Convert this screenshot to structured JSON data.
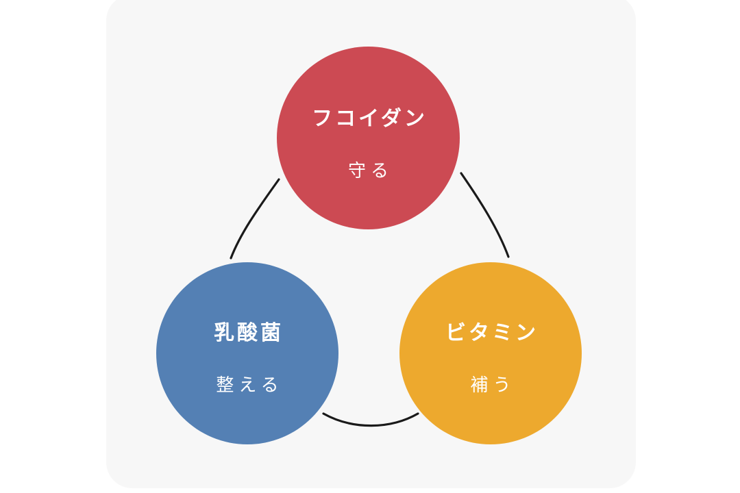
{
  "diagram": {
    "type": "triad-circle-diagram",
    "background_color": "#ffffff",
    "card_color": "#f7f7f7",
    "connector_color": "#1a1a1a",
    "nodes": [
      {
        "id": "fucoidan",
        "title": "フコイダン",
        "subtitle": "守る",
        "color": "#cc4a53",
        "text_color": "#ffffff",
        "position": "top"
      },
      {
        "id": "lactic-acid-bacteria",
        "title": "乳酸菌",
        "subtitle": "整える",
        "color": "#5480b4",
        "text_color": "#ffffff",
        "position": "bottom-left"
      },
      {
        "id": "vitamin",
        "title": "ビタミン",
        "subtitle": "補う",
        "color": "#eda92e",
        "text_color": "#ffffff",
        "position": "bottom-right"
      }
    ],
    "connectors": [
      {
        "id": "fucoidan-to-lactic",
        "from": "fucoidan",
        "to": "lactic-acid-bacteria"
      },
      {
        "id": "fucoidan-to-vitamin",
        "from": "fucoidan",
        "to": "vitamin"
      },
      {
        "id": "lactic-to-vitamin",
        "from": "lactic-acid-bacteria",
        "to": "vitamin"
      }
    ]
  }
}
